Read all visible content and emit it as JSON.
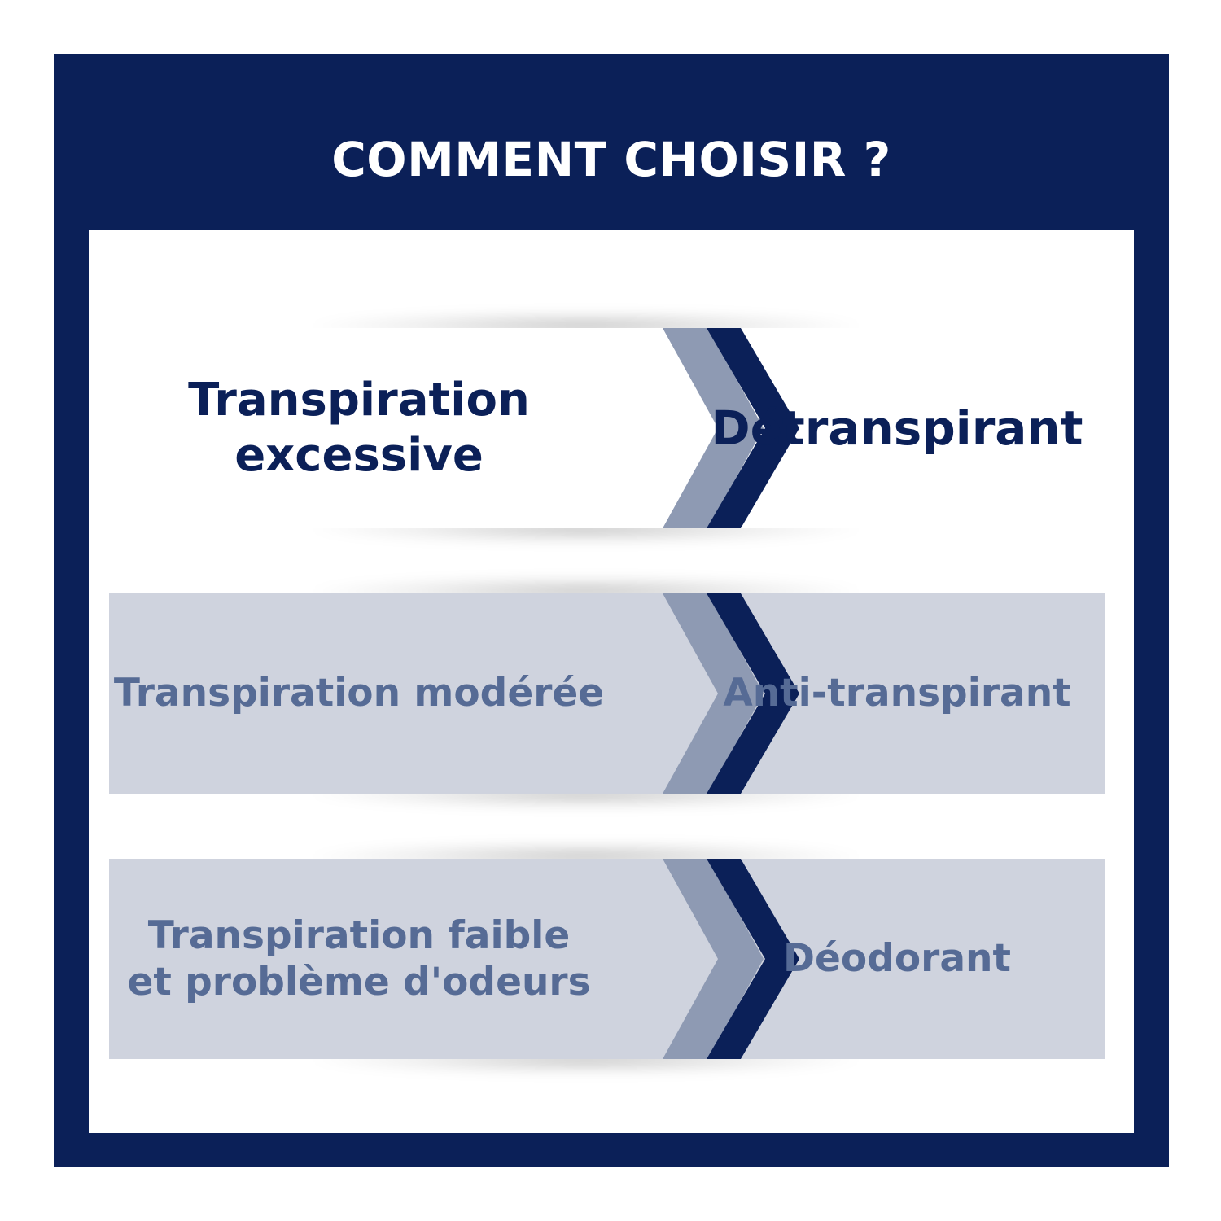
{
  "title": "COMMENT CHOISIR ?",
  "rows": [
    {
      "condition": "Transpiration\nexcessive",
      "product": "Détranspirant",
      "highlighted": true
    },
    {
      "condition": "Transpiration modérée",
      "product": "Anti-transpirant",
      "highlighted": false
    },
    {
      "condition": "Transpiration faible\net problème d'odeurs",
      "product": "Déodorant",
      "highlighted": false
    }
  ],
  "colors": {
    "navy": "#0b2058",
    "grey_chevron": "#8e9ab3",
    "light_row": "#cfd3de",
    "light_text": "#566b95"
  }
}
